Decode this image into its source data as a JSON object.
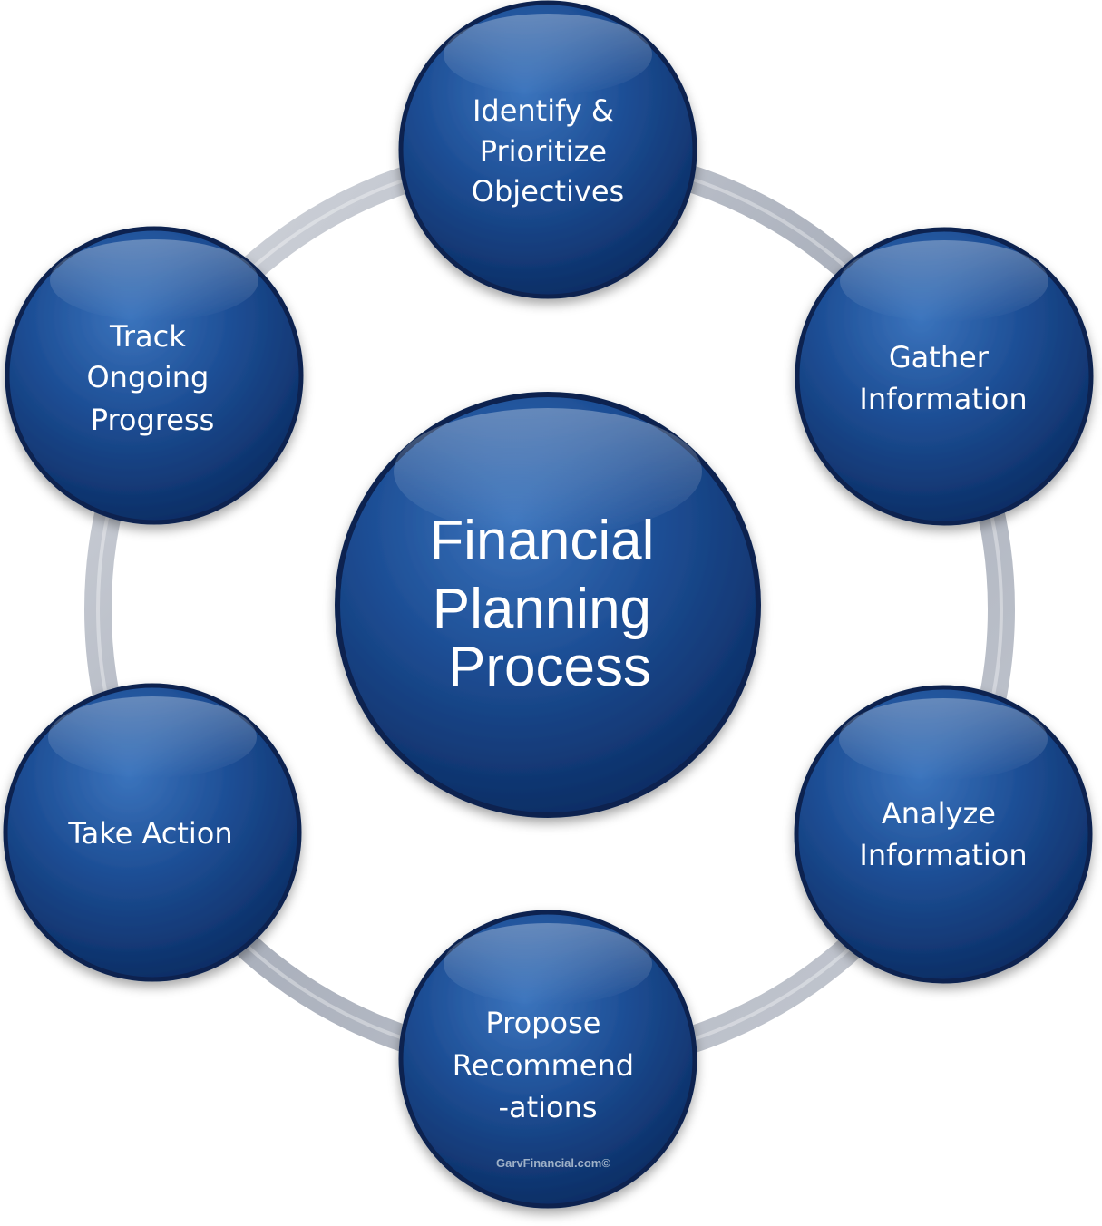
{
  "center": {
    "lines": [
      "Financial",
      "Planning",
      "Process"
    ]
  },
  "steps": [
    {
      "id": "identify",
      "lines": [
        "Identify &",
        "Prioritize",
        "Objectives"
      ]
    },
    {
      "id": "gather",
      "lines": [
        "Gather",
        "Information"
      ]
    },
    {
      "id": "analyze",
      "lines": [
        "Analyze",
        "Information"
      ]
    },
    {
      "id": "propose",
      "lines": [
        "Propose",
        "Recommend",
        "-ations"
      ]
    },
    {
      "id": "action",
      "lines": [
        "Take Action"
      ]
    },
    {
      "id": "track",
      "lines": [
        "Track",
        "Ongoing",
        "Progress"
      ]
    }
  ],
  "watermark": "GarvFinancial.com©",
  "colors": {
    "node_fill_light": "#2f63a8",
    "node_fill_dark": "#0b2c63",
    "node_rim": "#08234f",
    "ring": "#b7bcc7",
    "text": "#ffffff"
  }
}
